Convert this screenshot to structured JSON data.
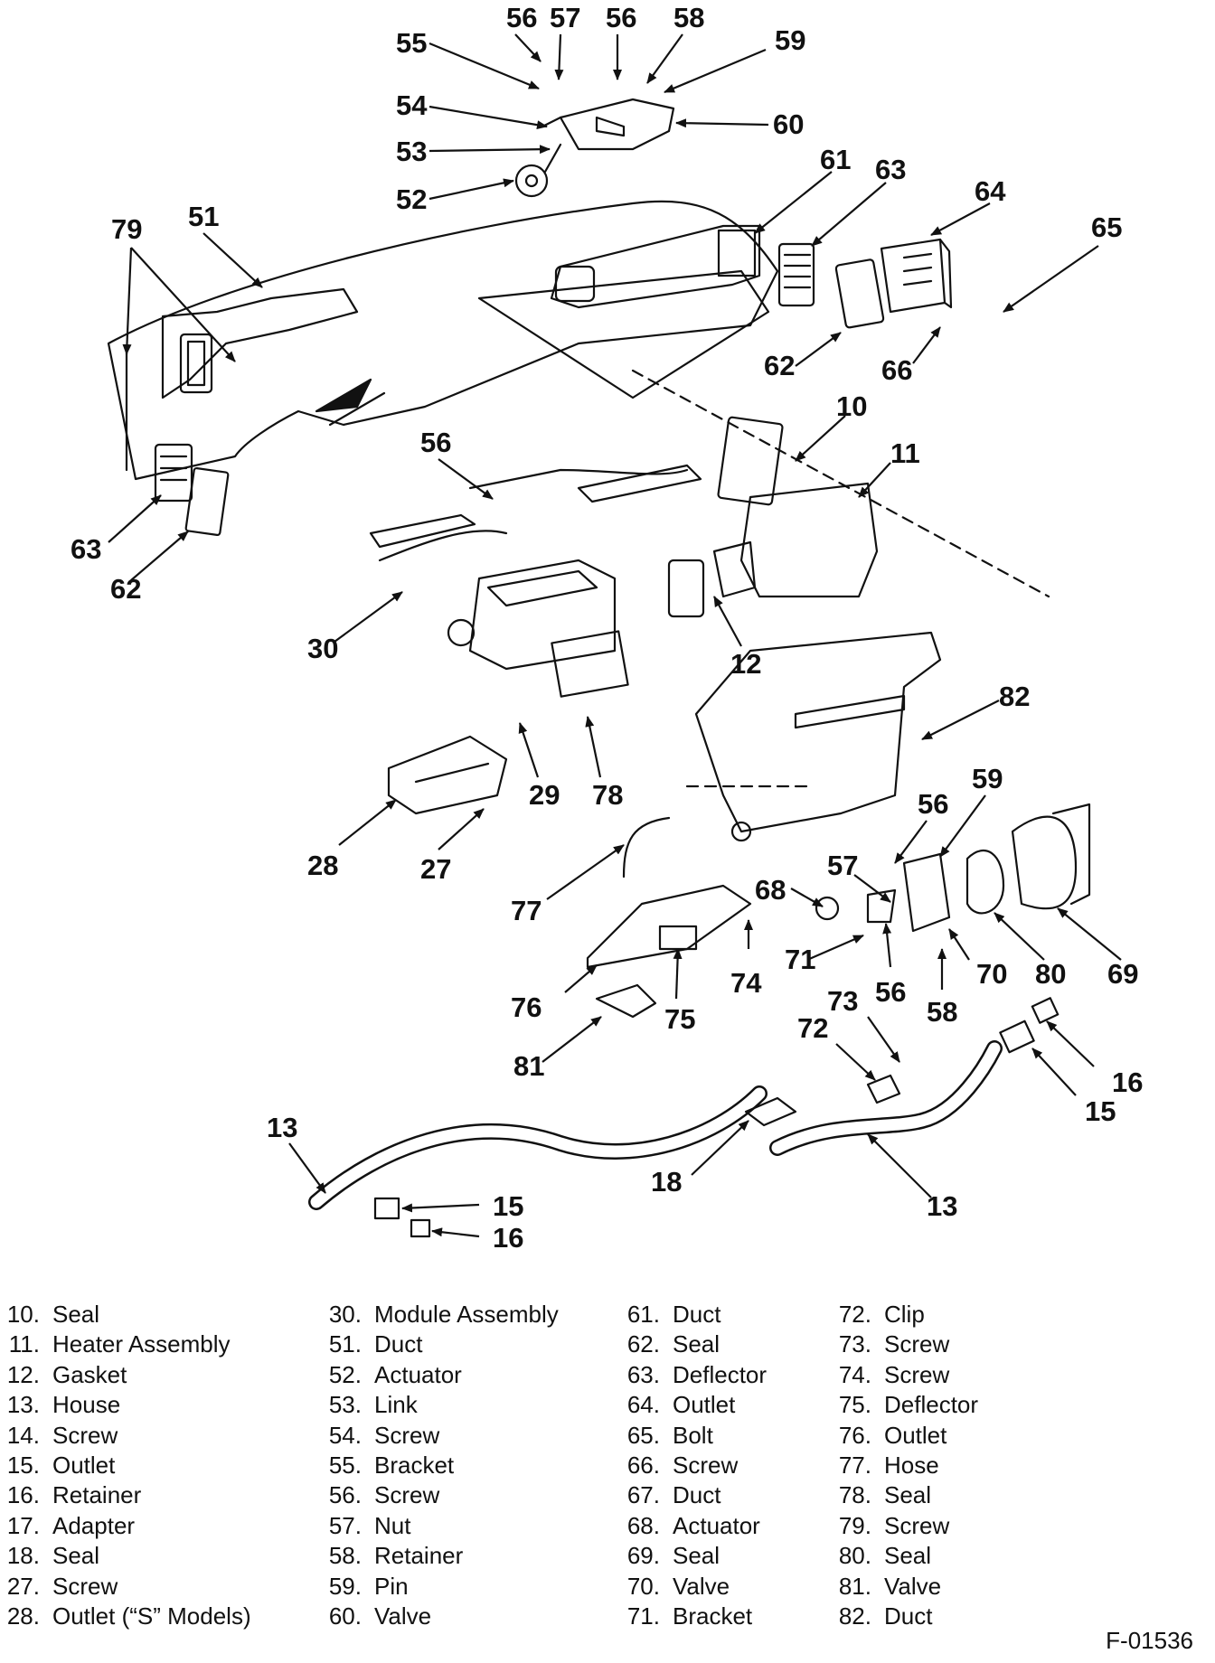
{
  "diagram": {
    "callouts": [
      "56",
      "57",
      "56",
      "58",
      "55",
      "59",
      "54",
      "60",
      "53",
      "52",
      "61",
      "63",
      "64",
      "79",
      "51",
      "65",
      "62",
      "66",
      "10",
      "56",
      "11",
      "63",
      "62",
      "30",
      "12",
      "82",
      "29",
      "78",
      "59",
      "56",
      "28",
      "27",
      "57",
      "68",
      "77",
      "74",
      "71",
      "56",
      "70",
      "80",
      "69",
      "58",
      "76",
      "75",
      "73",
      "81",
      "72",
      "16",
      "15",
      "13",
      "18",
      "13",
      "15",
      "16"
    ]
  },
  "legend": {
    "columns": [
      [
        {
          "num": "10.",
          "label": "Seal"
        },
        {
          "num": "11.",
          "label": "Heater Assembly"
        },
        {
          "num": "12.",
          "label": "Gasket"
        },
        {
          "num": "13.",
          "label": "House"
        },
        {
          "num": "14.",
          "label": "Screw"
        },
        {
          "num": "15.",
          "label": "Outlet"
        },
        {
          "num": "16.",
          "label": "Retainer"
        },
        {
          "num": "17.",
          "label": "Adapter"
        },
        {
          "num": "18.",
          "label": "Seal"
        },
        {
          "num": "27.",
          "label": "Screw"
        },
        {
          "num": "28.",
          "label": "Outlet (“S” Models)"
        }
      ],
      [
        {
          "num": "30.",
          "label": "Module Assembly"
        },
        {
          "num": "51.",
          "label": "Duct"
        },
        {
          "num": "52.",
          "label": "Actuator"
        },
        {
          "num": "53.",
          "label": "Link"
        },
        {
          "num": "54.",
          "label": "Screw"
        },
        {
          "num": "55.",
          "label": "Bracket"
        },
        {
          "num": "56.",
          "label": "Screw"
        },
        {
          "num": "57.",
          "label": "Nut"
        },
        {
          "num": "58.",
          "label": "Retainer"
        },
        {
          "num": "59.",
          "label": "Pin"
        },
        {
          "num": "60.",
          "label": "Valve"
        }
      ],
      [
        {
          "num": "61.",
          "label": "Duct"
        },
        {
          "num": "62.",
          "label": "Seal"
        },
        {
          "num": "63.",
          "label": "Deflector"
        },
        {
          "num": "64.",
          "label": "Outlet"
        },
        {
          "num": "65.",
          "label": "Bolt"
        },
        {
          "num": "66.",
          "label": "Screw"
        },
        {
          "num": "67.",
          "label": "Duct"
        },
        {
          "num": "68.",
          "label": "Actuator"
        },
        {
          "num": "69.",
          "label": "Seal"
        },
        {
          "num": "70.",
          "label": "Valve"
        },
        {
          "num": "71.",
          "label": "Bracket"
        }
      ],
      [
        {
          "num": "72.",
          "label": "Clip"
        },
        {
          "num": "73.",
          "label": "Screw"
        },
        {
          "num": "74.",
          "label": "Screw"
        },
        {
          "num": "75.",
          "label": "Deflector"
        },
        {
          "num": "76.",
          "label": "Outlet"
        },
        {
          "num": "77.",
          "label": "Hose"
        },
        {
          "num": "78.",
          "label": "Seal"
        },
        {
          "num": "79.",
          "label": "Screw"
        },
        {
          "num": "80.",
          "label": "Seal"
        },
        {
          "num": "81.",
          "label": "Valve"
        },
        {
          "num": "82.",
          "label": "Duct"
        }
      ]
    ]
  },
  "figure_id": "F-01536"
}
